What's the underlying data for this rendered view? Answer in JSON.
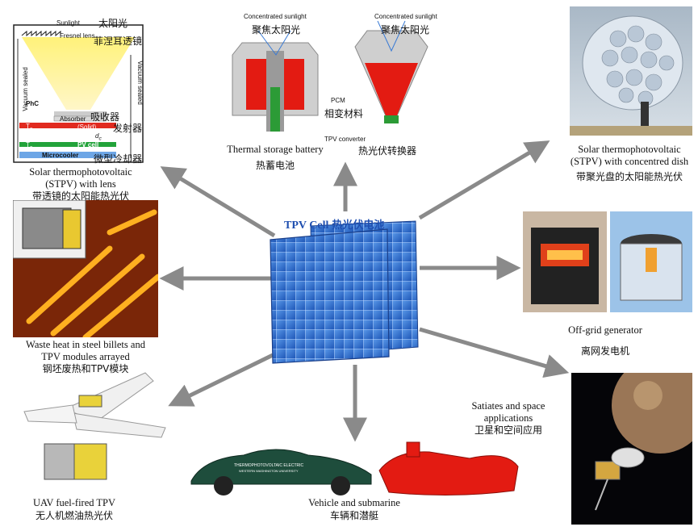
{
  "center": {
    "title_en": "TPV Cell",
    "title_zh": "热光伏电池"
  },
  "lens_panel": {
    "sunlight": "Sunlight",
    "sunlight_zh": "太阳光",
    "fresnel": "Fresnel lens",
    "fresnel_zh": "菲涅耳透镜",
    "vacuum_left": "Vacuum sealed",
    "vacuum_right": "Vacuum sealed",
    "phc": "PhC",
    "absorber": "Absorber",
    "absorber_zh": "吸收器",
    "emitter_zh": "发射器",
    "te": "T",
    "te_sub": "e",
    "emitter_state": "(Solid)",
    "dc": "d",
    "dc_sub": "c",
    "tc": "T",
    "tc_sub": "c",
    "pvcell": "PV cell",
    "microcooler": "Microcooler",
    "microcooler_zh": "微型冷却器",
    "caption_en_1": "Solar thermophotovoltaic",
    "caption_en_2": "(STPV) with lens",
    "caption_zh": "带透镜的太阳能热光伏"
  },
  "storage_panel": {
    "conc1": "Concentrated sunlight",
    "conc1_zh": "聚焦太阳光",
    "conc2": "Concentrated sunlight",
    "conc2_zh": "聚焦太阳光",
    "pcm": "PCM",
    "pcm_zh": "相变材料",
    "tpv_converter": "TPV converter",
    "tpv_converter_zh": "热光伏转换器",
    "caption_en": "Thermal storage battery",
    "caption_zh": "热蓄电池"
  },
  "dish_panel": {
    "caption_en_1": "Solar thermophotovoltaic",
    "caption_en_2": "(STPV) with concentred dish",
    "caption_zh": "带聚光盘的太阳能热光伏"
  },
  "generator_panel": {
    "caption_en": "Off-grid generator",
    "caption_zh": "离网发电机"
  },
  "space_panel": {
    "caption_en_1": "Satiates and space",
    "caption_en_2": "applications",
    "caption_zh": "卫星和空间应用"
  },
  "vehicle_panel": {
    "caption_en": "Vehicle and submarine",
    "caption_zh": "车辆和潜艇",
    "car_text_1": "THERMOPHOTOVOLTAIC ELECTRIC",
    "car_text_2": "WESTERN WASHINGTON UNIVERSITY"
  },
  "uav_panel": {
    "caption_en": "UAV fuel-fired TPV",
    "caption_zh": "无人机燃油热光伏"
  },
  "steel_panel": {
    "caption_en_1": "Waste heat in steel billets and",
    "caption_en_2": "TPV modules arrayed",
    "caption_zh": "钢坯废热和TPV模块"
  },
  "colors": {
    "arrow": "#8a8a8a",
    "cell_blue": "#2f6fd0",
    "title_blue": "#1f4fb0",
    "hot_red": "#e31b12"
  }
}
